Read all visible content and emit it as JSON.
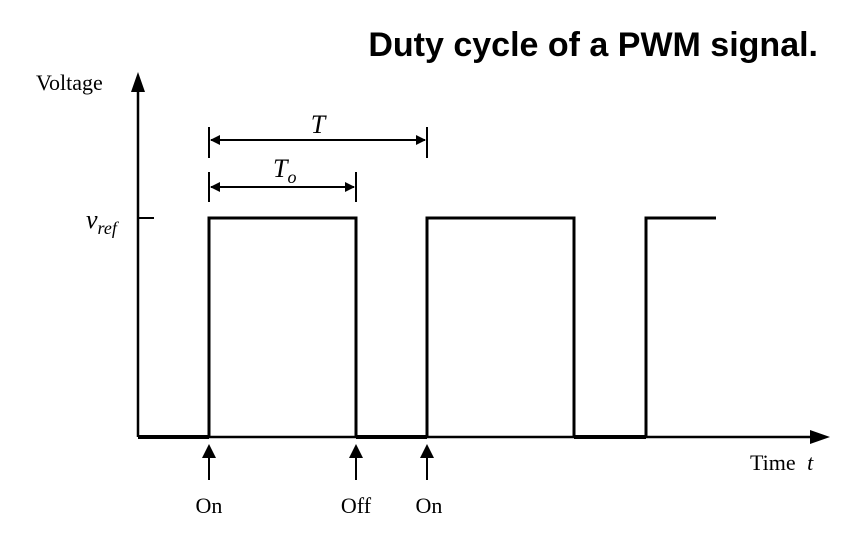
{
  "title": "Duty cycle of a PWM signal.",
  "axes": {
    "y_label": "Voltage",
    "x_label_word": "Time",
    "x_label_var": "t"
  },
  "levels": {
    "high_symbol": "v",
    "high_subscript": "ref"
  },
  "periods": {
    "period_symbol": "T",
    "on_time_symbol": "T",
    "on_time_subscript": "o"
  },
  "events": [
    {
      "label": "On"
    },
    {
      "label": "Off"
    },
    {
      "label": "On"
    }
  ],
  "colors": {
    "line": "#000000",
    "background": "#ffffff"
  }
}
